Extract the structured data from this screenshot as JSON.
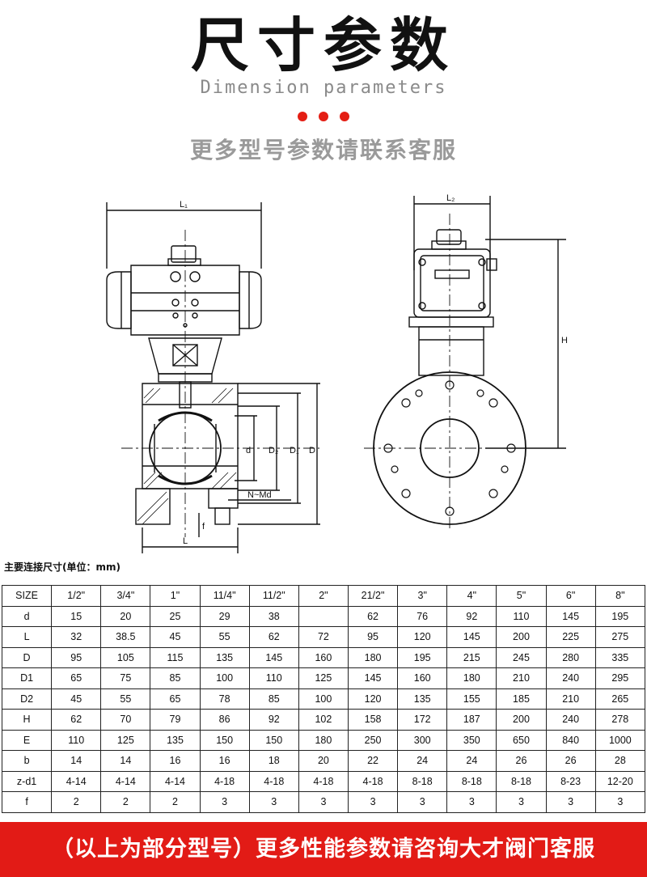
{
  "header": {
    "title": "尺寸参数",
    "subtitle": "Dimension parameters",
    "contact_note": "更多型号参数请联系客服"
  },
  "drawing": {
    "front_labels": {
      "l1": "L₁",
      "d2": "D₂",
      "d1": "D₁",
      "d": "d",
      "D": "D",
      "f": "f",
      "nmd": "N~Md",
      "L": "L"
    },
    "side_labels": {
      "l2": "L₂",
      "h": "H"
    }
  },
  "table": {
    "caption": "主要连接尺寸(单位：mm)",
    "rows": [
      [
        "SIZE",
        "1/2\"",
        "3/4\"",
        "1\"",
        "11/4\"",
        "11/2\"",
        "2\"",
        "21/2\"",
        "3\"",
        "4\"",
        "5\"",
        "6\"",
        "8\""
      ],
      [
        "d",
        "15",
        "20",
        "25",
        "29",
        "38",
        "",
        "62",
        "76",
        "92",
        "110",
        "145",
        "195"
      ],
      [
        "L",
        "32",
        "38.5",
        "45",
        "55",
        "62",
        "72",
        "95",
        "120",
        "145",
        "200",
        "225",
        "275"
      ],
      [
        "D",
        "95",
        "105",
        "115",
        "135",
        "145",
        "160",
        "180",
        "195",
        "215",
        "245",
        "280",
        "335"
      ],
      [
        "D1",
        "65",
        "75",
        "85",
        "100",
        "110",
        "125",
        "145",
        "160",
        "180",
        "210",
        "240",
        "295"
      ],
      [
        "D2",
        "45",
        "55",
        "65",
        "78",
        "85",
        "100",
        "120",
        "135",
        "155",
        "185",
        "210",
        "265"
      ],
      [
        "H",
        "62",
        "70",
        "79",
        "86",
        "92",
        "102",
        "158",
        "172",
        "187",
        "200",
        "240",
        "278"
      ],
      [
        "E",
        "110",
        "125",
        "135",
        "150",
        "150",
        "180",
        "250",
        "300",
        "350",
        "650",
        "840",
        "1000"
      ],
      [
        "b",
        "14",
        "14",
        "16",
        "16",
        "18",
        "20",
        "22",
        "24",
        "24",
        "26",
        "26",
        "28"
      ],
      [
        "z-d1",
        "4-14",
        "4-14",
        "4-14",
        "4-18",
        "4-18",
        "4-18",
        "4-18",
        "8-18",
        "8-18",
        "8-18",
        "8-23",
        "12-20"
      ],
      [
        "f",
        "2",
        "2",
        "2",
        "3",
        "3",
        "3",
        "3",
        "3",
        "3",
        "3",
        "3",
        "3"
      ]
    ]
  },
  "footer": {
    "banner": "（以上为部分型号）更多性能参数请咨询大才阀门客服"
  },
  "colors": {
    "accent_red": "#e21b16",
    "gray_text": "#9a9a9a"
  }
}
